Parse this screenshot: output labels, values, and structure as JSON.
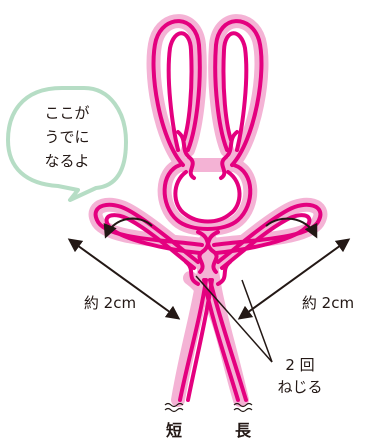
{
  "speech_bubble": {
    "line1": "ここが",
    "line2": "うでに",
    "line3": "なるよ",
    "border_color": "#b6ddc5"
  },
  "measure_left": {
    "label": "約 2cm"
  },
  "measure_right": {
    "label": "約 2cm"
  },
  "twist_note": {
    "line1": "2 回",
    "line2": "ねじる"
  },
  "cord_ends": {
    "short_label": "短",
    "long_label": "長"
  },
  "colors": {
    "cord": "#e4007f",
    "cord_halo": "#f4b3d5",
    "ink": "#231815"
  }
}
